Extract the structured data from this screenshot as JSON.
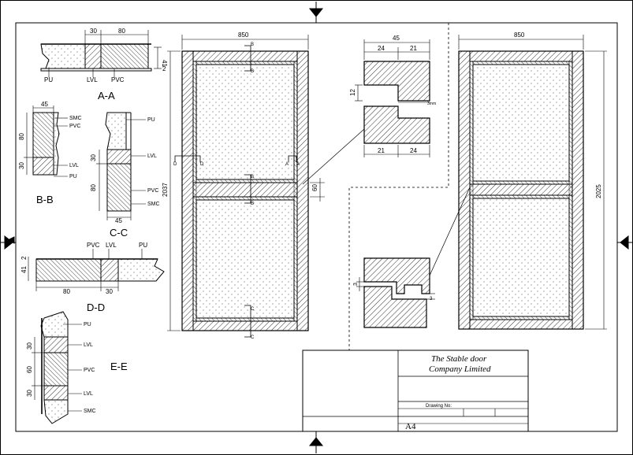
{
  "sections": {
    "aa": {
      "title": "A-A",
      "dims": [
        "30",
        "80",
        "41",
        "2"
      ],
      "labels": [
        "PU",
        "LVL",
        "PVC"
      ]
    },
    "bb": {
      "title": "B-B",
      "dims": [
        "45",
        "80",
        "30"
      ],
      "labels": [
        "SMC",
        "PVC",
        "LVL",
        "PU"
      ]
    },
    "cc": {
      "title": "C-C",
      "dims": [
        "30",
        "80",
        "45"
      ],
      "labels": [
        "PU",
        "LVL",
        "PVC",
        "SMC"
      ]
    },
    "dd": {
      "title": "D-D",
      "dims": [
        "41",
        "2",
        "80",
        "30"
      ],
      "labels": [
        "PVC",
        "LVL",
        "PU"
      ]
    },
    "ee": {
      "title": "E-E",
      "dims": [
        "30",
        "60",
        "30"
      ],
      "labels": [
        "PU",
        "LVL",
        "PVC",
        "LVL",
        "SMC"
      ]
    }
  },
  "door_left": {
    "width": "850",
    "height": "2037",
    "rail": "60",
    "markers": [
      "B",
      "B",
      "B",
      "B",
      "D",
      "D",
      "A",
      "A",
      "C",
      "C"
    ]
  },
  "joint_top": {
    "width": "45",
    "parts_top": [
      "24",
      "21"
    ],
    "parts_bottom": [
      "21",
      "24"
    ],
    "gap": "12",
    "note": "3mm"
  },
  "joint_bottom": {
    "dims": [
      "3",
      "3"
    ]
  },
  "door_right": {
    "width": "850",
    "height": "2025"
  },
  "title_block": {
    "company_line1": "The Stable door",
    "company_line2": "Company Limited",
    "drawing_no_label": "Drawing No:",
    "sheet_size": "A4"
  },
  "colors": {
    "line": "#000000",
    "paper": "#ffffff"
  }
}
